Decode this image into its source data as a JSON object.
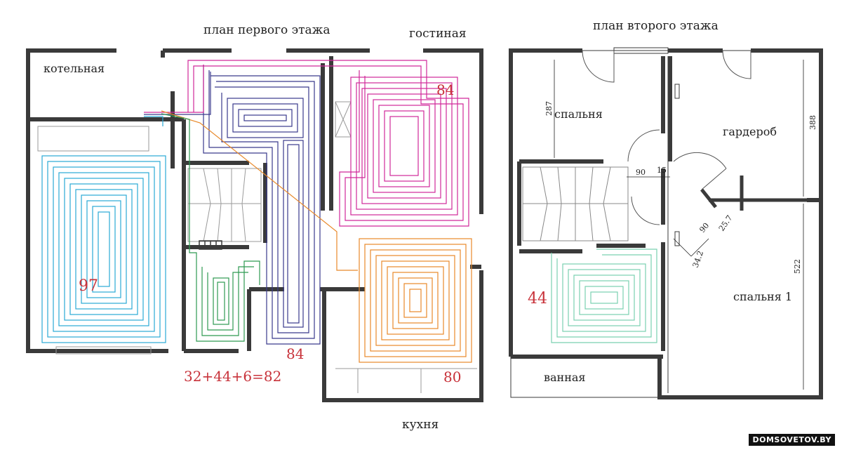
{
  "titles": {
    "first_floor": "план первого этажа",
    "second_floor": "план второго этажа"
  },
  "rooms": {
    "boiler": "котельная",
    "living": "гостиная",
    "kitchen": "кухня",
    "bedroom": "спальня",
    "wardrobe": "гардероб",
    "bedroom1": "спальня 1",
    "bathroom": "ванная"
  },
  "loops": {
    "boiler_hall": "97",
    "living": "84",
    "center": "84",
    "kitchen": "80",
    "stairs_sum": "32+44+6=82",
    "bath": "44"
  },
  "dimensions": {
    "d287": "287",
    "d388": "388",
    "d522": "522",
    "d90a": "90",
    "d15": "15",
    "d90b": "90",
    "d25_7": "25.7",
    "d34_2": "34.2"
  },
  "colors": {
    "cyan": "#2aa9d6",
    "magenta": "#d0289a",
    "navy": "#3a3a8c",
    "green": "#2e9a52",
    "orange": "#e8892a",
    "teal": "#7ad0b0",
    "wall": "#3a3a3a",
    "red_text": "#c8323a"
  },
  "watermark": "DOMSOVETOV.BY"
}
